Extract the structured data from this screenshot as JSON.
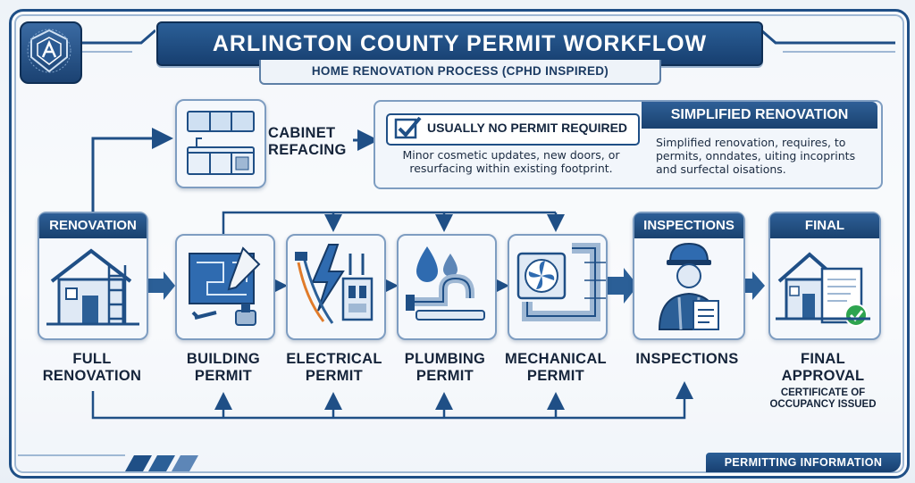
{
  "header": {
    "title": "ARLINGTON COUNTY PERMIT WORKFLOW",
    "subtitle": "HOME RENOVATION PROCESS (CPHD INSPIRED)"
  },
  "cabinet": {
    "caption_line1": "CABINET",
    "caption_line2": "REFACING",
    "icon": "kitchen-cabinet-icon"
  },
  "no_permit_note": {
    "tag": "USUALLY NO PERMIT REQUIRED",
    "line1": "Minor cosmetic updates, new doors, or",
    "line2": "resurfacing within existing footprint.",
    "icon": "checkbox-check-icon"
  },
  "simplified_note": {
    "title": "SIMPLIFIED RENOVATION",
    "line1": "Simplified renovation, requires, to",
    "line2": "permits, onndates, uiting incoprints",
    "line3": "and surfectal oisations."
  },
  "steps": [
    {
      "tab": "RENOVATION",
      "caption_line1": "FULL",
      "caption_line2": "RENOVATION",
      "icon": "house-scaffold-icon"
    },
    {
      "tab": "",
      "caption_line1": "BUILDING",
      "caption_line2": "PERMIT",
      "icon": "blueprint-icon"
    },
    {
      "tab": "",
      "caption_line1": "ELECTRICAL",
      "caption_line2": "PERMIT",
      "icon": "electrical-panel-icon"
    },
    {
      "tab": "",
      "caption_line1": "PLUMBING",
      "caption_line2": "PERMIT",
      "icon": "faucet-icon"
    },
    {
      "tab": "",
      "caption_line1": "MECHANICAL",
      "caption_line2": "PERMIT",
      "icon": "hvac-fan-icon"
    },
    {
      "tab": "INSPECTIONS",
      "caption_line1": "INSPECTIONS",
      "caption_line2": "",
      "icon": "inspector-icon"
    },
    {
      "tab": "FINAL",
      "caption_line1": "FINAL",
      "caption_line2": "APPROVAL",
      "icon": "house-certificate-icon"
    }
  ],
  "final_note": {
    "line1": "CERTIFICATE OF",
    "line2": "OCCUPANCY ISSUED"
  },
  "footer": {
    "label": "PERMITTING INFORMATION"
  },
  "logo": {
    "icon": "county-seal-icon"
  },
  "colors": {
    "primary": "#1f4f86",
    "dark": "#173f70",
    "accent_orange": "#e07b2a",
    "check_green": "#2ea44f",
    "card_bg": "#f5f8fc"
  }
}
